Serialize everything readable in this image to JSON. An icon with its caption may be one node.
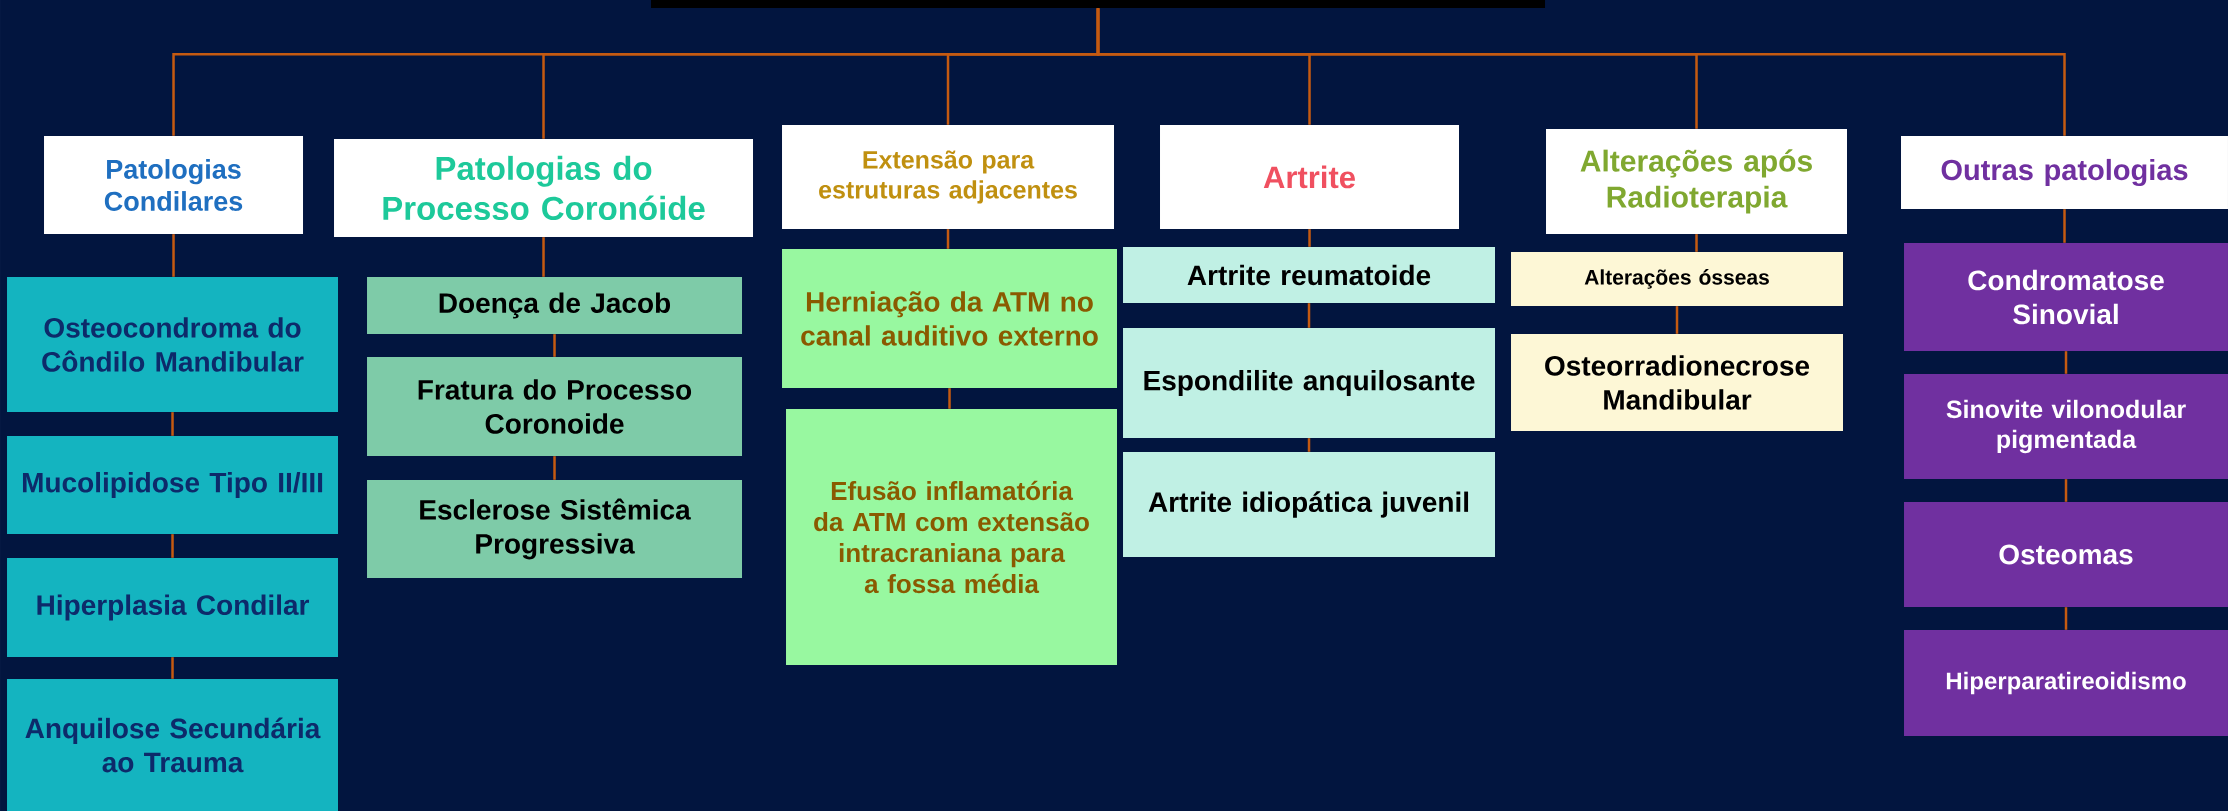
{
  "diagram": {
    "nodes": [
      {
        "text": [],
        "shape": "box"
      },
      {
        "text": [
          "Patologias Condilares"
        ]
      },
      {
        "text": [
          "Patologias do Processo Coronóide"
        ]
      },
      {
        "text": [
          "Extensão para estruturas adjacentes"
        ]
      },
      {
        "text": [
          "Artrite"
        ]
      },
      {
        "text": [
          "Alterações após Radioterapia"
        ]
      },
      {
        "text": [
          "Outras patologias"
        ]
      },
      {
        "text": [
          "Osteocondroma do Côndilo Mandibular"
        ]
      },
      {
        "text": [
          "Mucolipidose Tipo II/III"
        ]
      },
      {
        "text": [
          "Hiperplasia Condilar"
        ]
      },
      {
        "text": [
          "Anquilose Secundária ao Trauma"
        ]
      },
      {
        "text": [
          "Doença de Jacob"
        ]
      },
      {
        "text": [
          "Fratura do Processo Coronoide"
        ]
      },
      {
        "text": [
          "Esclerose Sistêmica Progressiva"
        ]
      },
      {
        "text": [
          "Herniação da ATM no canal auditivo externo"
        ]
      },
      {
        "text": [
          "Efusão inflamatória da ATM com extensão intracraniana para a fossa média"
        ]
      },
      {
        "text": [
          "Artrite reumatoide"
        ]
      },
      {
        "text": [
          "Espondilite anquilosante"
        ]
      },
      {
        "text": [
          "Artrite idiopática juvenil"
        ]
      },
      {
        "text": [
          "Alterações ósseas"
        ]
      },
      {
        "text": [
          "Osteorradionecrose Mandibular"
        ]
      },
      {
        "text": [
          "Condromatose Sinovial"
        ]
      },
      {
        "text": [
          "Sinovite vilonodular pigmentada"
        ]
      },
      {
        "text": [
          "Osteomas"
        ]
      },
      {
        "text": [
          "Hiperparatireoidismo"
        ]
      }
    ],
    "edges": [
      {
        "from": 0,
        "to": 1,
        "arrow": "none"
      },
      {
        "from": 0,
        "to": 2,
        "arrow": "none"
      },
      {
        "from": 0,
        "to": 3,
        "arrow": "none"
      },
      {
        "from": 0,
        "to": 4,
        "arrow": "none"
      },
      {
        "from": 0,
        "to": 5,
        "arrow": "none"
      },
      {
        "from": 0,
        "to": 6,
        "arrow": "none"
      },
      {
        "from": 1,
        "to": 7,
        "arrow": "none"
      },
      {
        "from": 7,
        "to": 8,
        "arrow": "none"
      },
      {
        "from": 8,
        "to": 9,
        "arrow": "none"
      },
      {
        "from": 9,
        "to": 10,
        "arrow": "none"
      },
      {
        "from": 2,
        "to": 11,
        "arrow": "none"
      },
      {
        "from": 11,
        "to": 12,
        "arrow": "none"
      },
      {
        "from": 12,
        "to": 13,
        "arrow": "none"
      },
      {
        "from": 3,
        "to": 14,
        "arrow": "none"
      },
      {
        "from": 14,
        "to": 15,
        "arrow": "none"
      },
      {
        "from": 4,
        "to": 16,
        "arrow": "none"
      },
      {
        "from": 16,
        "to": 17,
        "arrow": "none"
      },
      {
        "from": 17,
        "to": 18,
        "arrow": "none"
      },
      {
        "from": 5,
        "to": 19,
        "arrow": "none"
      },
      {
        "from": 19,
        "to": 20,
        "arrow": "none"
      },
      {
        "from": 6,
        "to": 21,
        "arrow": "none"
      },
      {
        "from": 21,
        "to": 22,
        "arrow": "none"
      },
      {
        "from": 22,
        "to": 23,
        "arrow": "none"
      },
      {
        "from": 23,
        "to": 24,
        "arrow": "none"
      }
    ]
  }
}
